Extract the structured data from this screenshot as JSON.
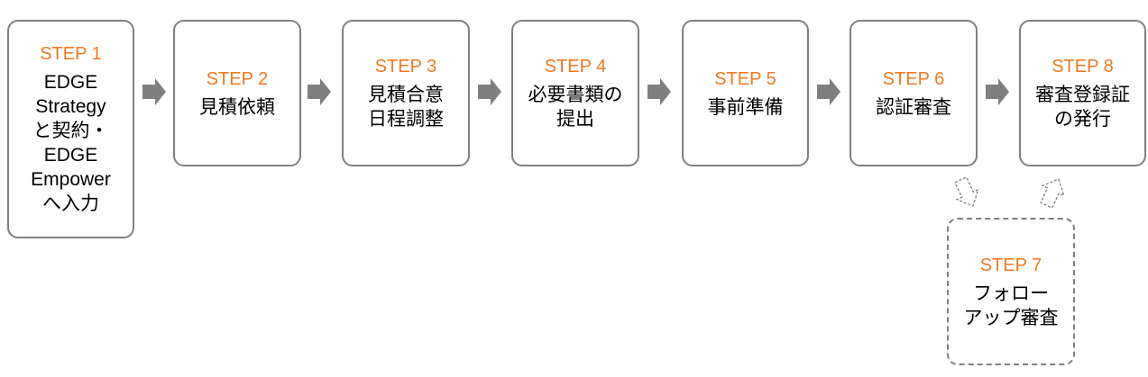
{
  "steps": [
    {
      "label": "STEP 1",
      "text": "EDGE\nStrategy\nと契約・\nEDGE\nEmpower\nへ入力"
    },
    {
      "label": "STEP 2",
      "text": "見積依頼"
    },
    {
      "label": "STEP 3",
      "text": "見積合意\n日程調整"
    },
    {
      "label": "STEP 4",
      "text": "必要書類の\n提出"
    },
    {
      "label": "STEP 5",
      "text": "事前準備"
    },
    {
      "label": "STEP 6",
      "text": "認証審査"
    },
    {
      "label": "STEP 8",
      "text": "審査登録証\nの発行"
    },
    {
      "label": "STEP 7",
      "text": "フォロー\nアップ審査"
    }
  ],
  "colors": {
    "accent": "#f07820",
    "border": "#7f7f7f",
    "arrow": "#7f7f7f"
  }
}
